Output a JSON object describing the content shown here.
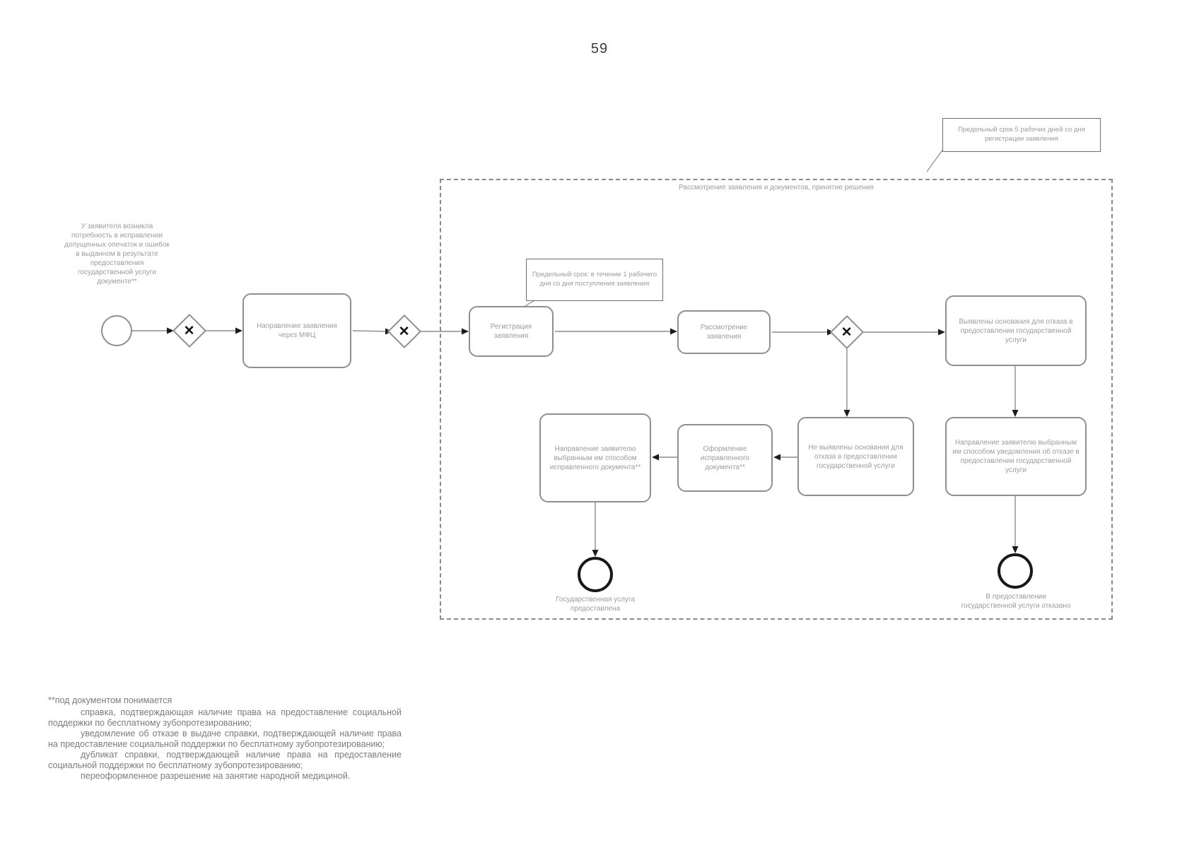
{
  "page": {
    "number": "59"
  },
  "diagram": {
    "start_label": "У заявителя возникла потребность в исправлении допущенных опечаток и ошибок в выданном в результате предоставления государственной услуги документе**",
    "lane_title": "Рассмотрение заявления и документов, принятие решения",
    "annotations": {
      "deadline_5_days": "Предельный срок 5 рабочих дней со дня регистрации заявления",
      "deadline_registration": "Предельный срок: в течение 1 рабочего дня со дня поступления заявления"
    },
    "gateway_symbol": "✕",
    "tasks": {
      "mfc": "Направление заявления через МФЦ",
      "registration": "Регистрация заявления",
      "review": "Рассмотрение заявления",
      "grounds_found": "Выявлены основания для отказа в предоставлении государственной услуги",
      "no_grounds": "Не выявлены основания для отказа в предоставлении государственной услуги",
      "prepare_document": "Оформление исправленного документа**",
      "send_document": "Направление заявителю выбранным им способом исправленного документа**",
      "send_refusal": "Направление заявителю выбранным им способом уведомления об отказе в предоставлении государственной услуги"
    },
    "end_events": {
      "success": "Государственная услуга предоставлена",
      "refused": "В предоставлении государственной услуги отказано"
    }
  },
  "footnote": {
    "intro": "**под документом понимается",
    "items": [
      "справка, подтверждающая наличие права на предоставление социальной поддержки по бесплатному зубопротезированию;",
      "уведомление об отказе в выдаче справки, подтверждающей наличие права на предоставление социальной поддержки по бесплатному зубопротезированию;",
      "дубликат справки, подтверждающей наличие права на предоставление социальной поддержки по бесплатному зубопротезированию;",
      "переоформленное разрешение на занятие народной медициной."
    ]
  },
  "colors": {
    "line": "#8c8c8c",
    "arrow": "#1c1c1c",
    "text": "#9c9c9c",
    "footnote_text": "#7c7c7c"
  }
}
